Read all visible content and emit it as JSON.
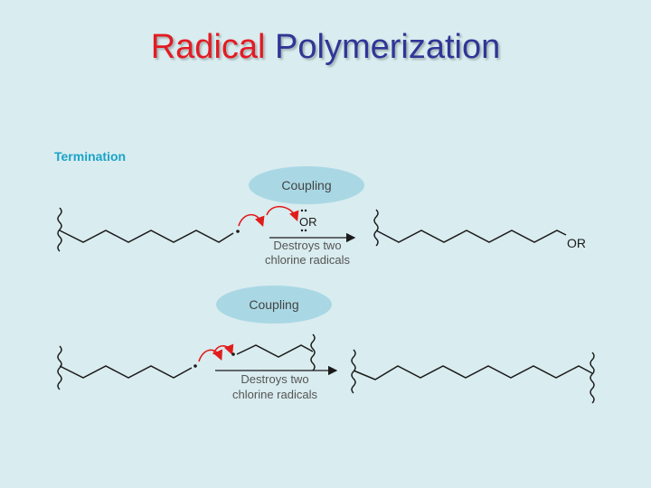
{
  "slide": {
    "title_word1": "Radical",
    "title_word2": "Polymerization",
    "section_label": "Termination"
  },
  "reactions": [
    {
      "badge": "Coupling",
      "radical_label": "OR",
      "arrow_note_line1": "Destroys two",
      "arrow_note_line2": "chlorine radicals",
      "product_end_group": "OR"
    },
    {
      "badge": "Coupling",
      "arrow_note_line1": "Destroys two",
      "arrow_note_line2": "chlorine radicals"
    }
  ],
  "colors": {
    "background": "#d9ecef",
    "title_red": "#e31b23",
    "title_blue": "#2f3696",
    "section_cyan": "#1aa3c8",
    "badge_fill": "#a9d8e4",
    "curved_arrow_red": "#e21b1b",
    "bond": "#1a1a1a",
    "note_text": "#555555"
  }
}
